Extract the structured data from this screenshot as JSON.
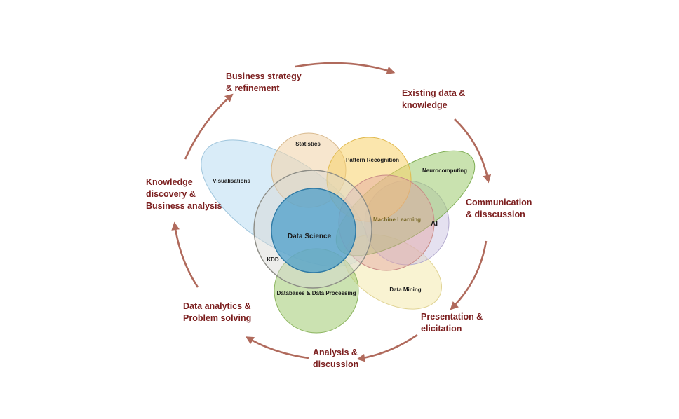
{
  "cycle": {
    "business_strategy": [
      "Business strategy",
      "& refinement"
    ],
    "existing_data": [
      "Existing data &",
      "knowledge"
    ],
    "communication": [
      "Communication",
      "& disscussion"
    ],
    "presentation": [
      "Presentation &",
      "elicitation"
    ],
    "analysis": [
      "Analysis &",
      "discussion"
    ],
    "data_analytics": [
      "Data analytics &",
      "Problem solving"
    ],
    "knowledge_discovery": [
      "Knowledge",
      "discovery &",
      "Business analysis"
    ]
  },
  "venn": {
    "statistics": "Statistics",
    "pattern_recognition": "Pattern Recognition",
    "neurocomputing": "Neurocomputing",
    "visualisations": "Visualisations",
    "machine_learning": "Machine Learning",
    "ai": "AI",
    "data_science": "Data Science",
    "kdd": "KDD",
    "databases": "Databases & Data Processing",
    "data_mining": "Data Mining"
  },
  "colors": {
    "cycle_text": "#7b1e1e",
    "arrow": "#b06a5c",
    "data_science": "#4f9fc9",
    "visualisations": "#bfe0f3",
    "statistics": "#f1d6ae",
    "pattern_recognition": "#f7d26a",
    "neurocomputing": "#9cca6e",
    "ai": "#cfc8e4",
    "machine_learning": "#e3a59f",
    "kdd": "#d8d8d2",
    "databases": "#a9cf7d",
    "data_mining": "#f5ebb4"
  }
}
